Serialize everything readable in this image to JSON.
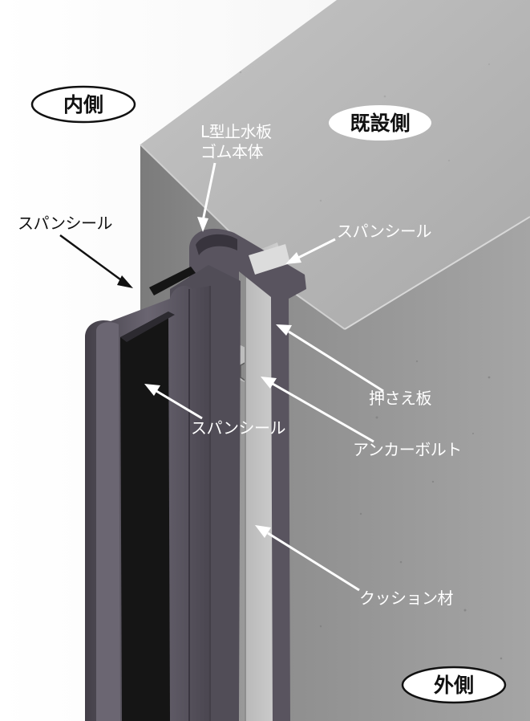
{
  "labels": {
    "inside": "内側",
    "existing_side": "既設側",
    "outside": "外側",
    "rubber_body_line1": "L型止水板",
    "rubber_body_line2": "ゴム本体",
    "span_seal_left": "スパンシール",
    "span_seal_right": "スパンシール",
    "span_seal_center": "スパンシール",
    "press_plate": "押さえ板",
    "anchor_bolt": "アンカーボルト",
    "cushion": "クッション材"
  },
  "colors": {
    "concrete_top": "#b9b9b9",
    "concrete_face": "#8c8c8c",
    "profile": "#59545f",
    "seal": "#151515",
    "cushion": "#969696"
  }
}
